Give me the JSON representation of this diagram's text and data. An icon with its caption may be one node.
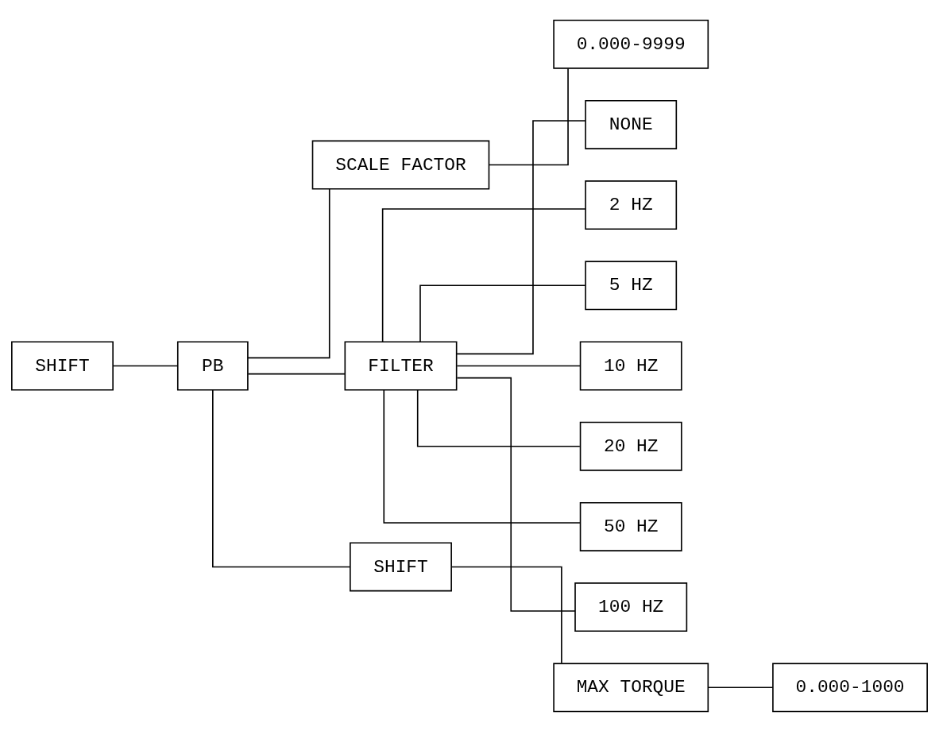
{
  "diagram": {
    "nodes": [
      {
        "text": [
          "SHIFT"
        ]
      },
      {
        "text": [
          "PB"
        ]
      },
      {
        "text": [
          "SCALE FACTOR"
        ]
      },
      {
        "text": [
          "0.000-9999"
        ]
      },
      {
        "text": [
          "FILTER"
        ]
      },
      {
        "text": [
          "NONE"
        ]
      },
      {
        "text": [
          "2 HZ"
        ]
      },
      {
        "text": [
          "5 HZ"
        ]
      },
      {
        "text": [
          "10 HZ"
        ]
      },
      {
        "text": [
          "20 HZ"
        ]
      },
      {
        "text": [
          "50 HZ"
        ]
      },
      {
        "text": [
          "100 HZ"
        ]
      },
      {
        "text": [
          "SHIFT"
        ]
      },
      {
        "text": [
          "MAX TORQUE"
        ]
      },
      {
        "text": [
          "0.000-1000"
        ]
      }
    ],
    "edges": [
      {
        "from": 0,
        "to": 1,
        "arrow": "none"
      },
      {
        "from": 1,
        "to": 2,
        "arrow": "none"
      },
      {
        "from": 1,
        "to": 4,
        "arrow": "none"
      },
      {
        "from": 1,
        "to": 12,
        "arrow": "none"
      },
      {
        "from": 2,
        "to": 3,
        "arrow": "none"
      },
      {
        "from": 4,
        "to": 5,
        "arrow": "none"
      },
      {
        "from": 4,
        "to": 6,
        "arrow": "none"
      },
      {
        "from": 4,
        "to": 7,
        "arrow": "none"
      },
      {
        "from": 4,
        "to": 8,
        "arrow": "none"
      },
      {
        "from": 4,
        "to": 9,
        "arrow": "none"
      },
      {
        "from": 4,
        "to": 10,
        "arrow": "none"
      },
      {
        "from": 4,
        "to": 11,
        "arrow": "none"
      },
      {
        "from": 12,
        "to": 13,
        "arrow": "none"
      },
      {
        "from": 13,
        "to": 14,
        "arrow": "none"
      }
    ]
  }
}
